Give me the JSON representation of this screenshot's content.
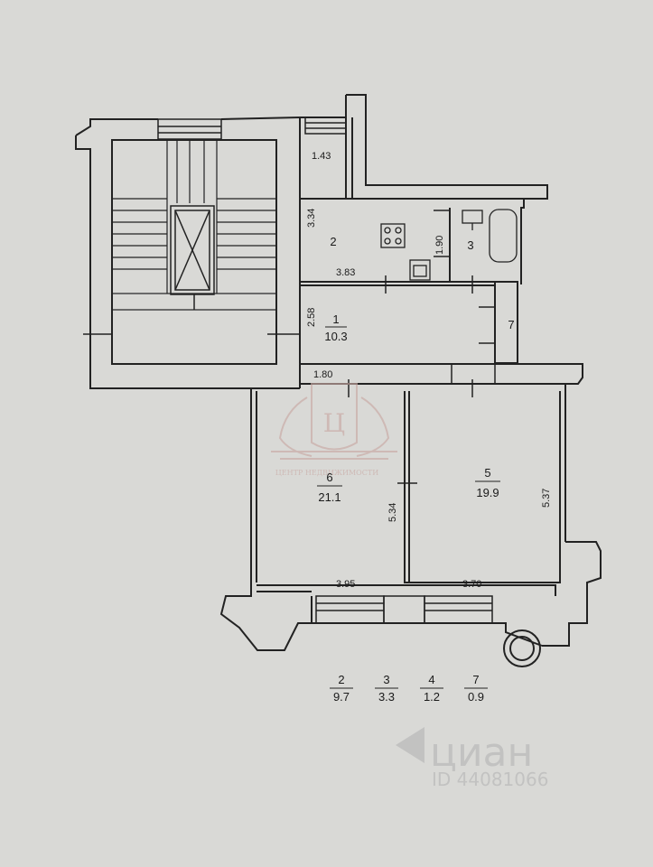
{
  "plan": {
    "rooms": [
      {
        "id": "room-1",
        "number": "1",
        "area": "10.3"
      },
      {
        "id": "room-2",
        "number": "2",
        "area": ""
      },
      {
        "id": "room-3",
        "number": "3",
        "area": ""
      },
      {
        "id": "room-5",
        "number": "5",
        "area": "19.9"
      },
      {
        "id": "room-6",
        "number": "6",
        "area": "21.1"
      },
      {
        "id": "room-7",
        "number": "7",
        "area": ""
      }
    ],
    "dimensions": [
      "1.43",
      "3.34",
      "1.90",
      "3.83",
      "2.58",
      "1.80",
      "5.34",
      "5.37",
      "3.95",
      "3.70"
    ],
    "legend": [
      {
        "number": "2",
        "area": "9.7"
      },
      {
        "number": "3",
        "area": "3.3"
      },
      {
        "number": "4",
        "area": "1.2"
      },
      {
        "number": "7",
        "area": "0.9"
      }
    ]
  },
  "watermark": {
    "logo_text": "ЦЕНТР НЕДВИЖИМОСТИ",
    "brand": "циан",
    "id_text": "ID 44081066"
  }
}
